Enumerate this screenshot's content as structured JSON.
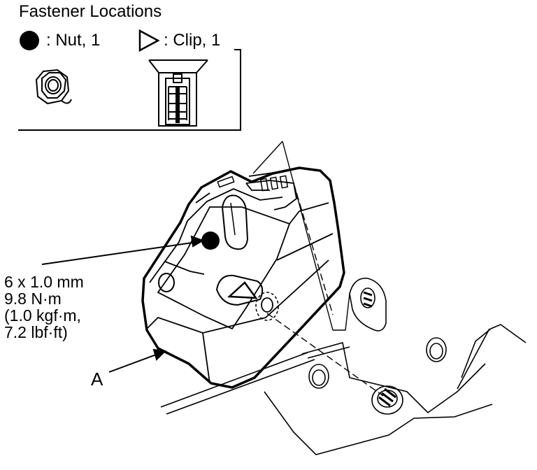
{
  "title": "Fastener Locations",
  "legend": [
    {
      "symbol": "filled-circle",
      "label": ": Nut, 1"
    },
    {
      "symbol": "open-triangle",
      "label": ": Clip, 1"
    }
  ],
  "spec": {
    "line1": "6 x 1.0 mm",
    "line2": "9.8 N·m",
    "line3": "(1.0 kgf·m,",
    "line4": "7.2 lbf·ft)"
  },
  "callout": "A"
}
